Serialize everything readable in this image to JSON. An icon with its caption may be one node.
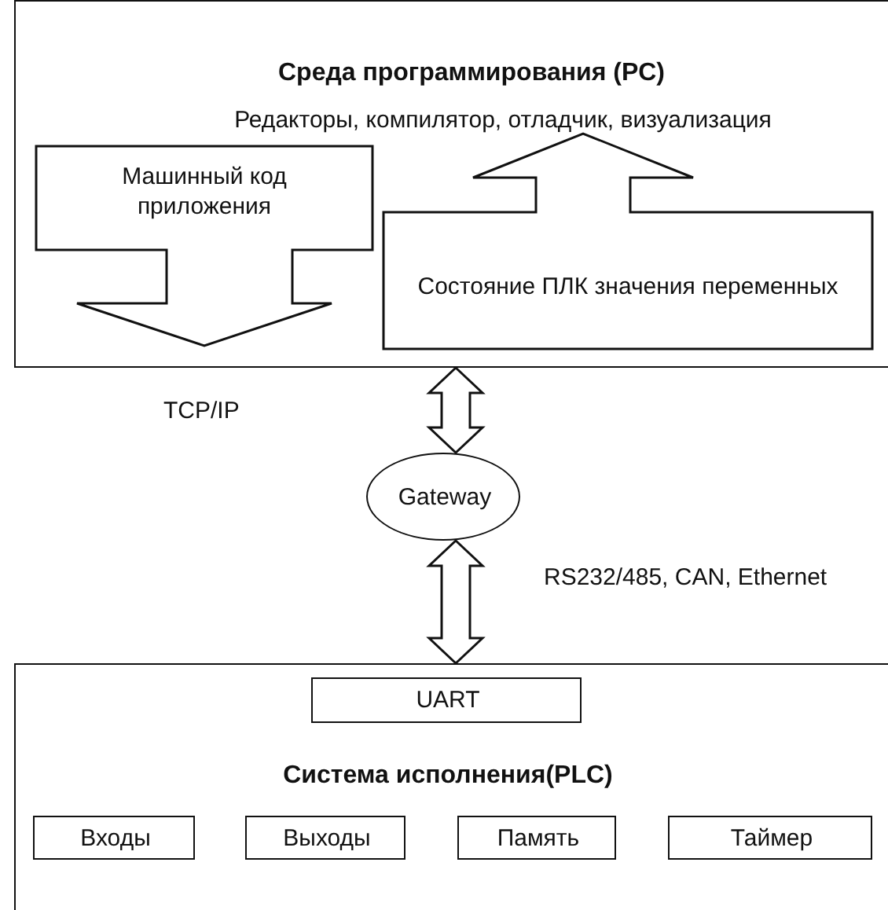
{
  "diagram": {
    "nodes": [
      {
        "text": [
          "Среда программирования (PC)",
          "Редакторы, компилятор, отладчик, визуализация"
        ]
      },
      {
        "text": [
          "Машинный код приложения"
        ],
        "in": 0
      },
      {
        "text": [
          "Состояние ПЛК значения переменных"
        ],
        "in": 0
      },
      {
        "text": [
          "Gateway"
        ]
      },
      {
        "text": [
          "Система исполнения(PLC)"
        ]
      },
      {
        "text": [
          "UART"
        ],
        "in": 4
      },
      {
        "text": [
          "Входы"
        ],
        "in": 4
      },
      {
        "text": [
          "Выходы"
        ],
        "in": 4
      },
      {
        "text": [
          "Память"
        ],
        "in": 4
      },
      {
        "text": [
          "Таймер"
        ],
        "in": 4
      }
    ],
    "edges": [
      {
        "from": 0,
        "to": 3,
        "arrow": "both",
        "style": "thick"
      },
      {
        "from": 3,
        "to": 4,
        "arrow": "both",
        "style": "thick"
      }
    ],
    "labels": [
      "TCP/IP",
      "RS232/485, CAN, Ethernet"
    ]
  }
}
